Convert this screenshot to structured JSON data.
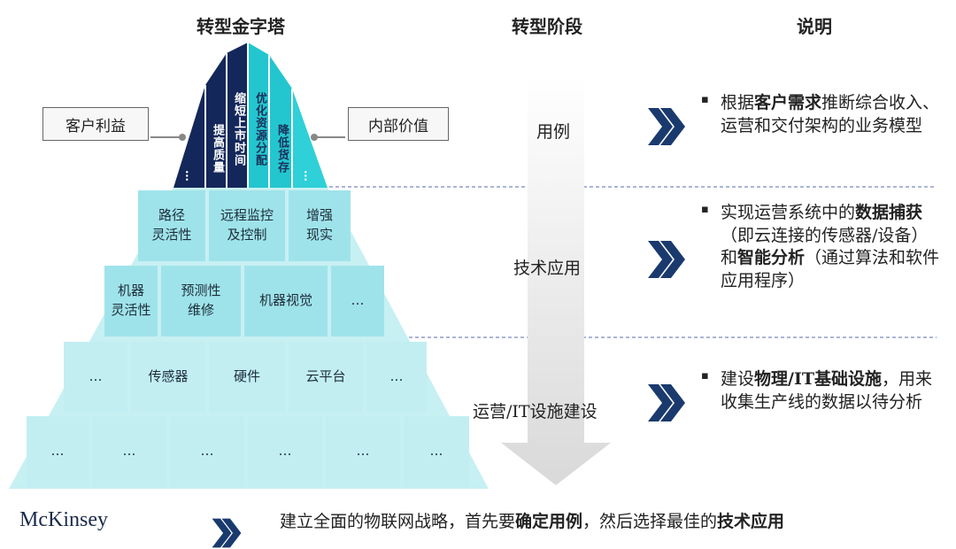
{
  "headers": {
    "pyramid": "转型金字塔",
    "stages": "转型阶段",
    "explain": "说明"
  },
  "side_labels": {
    "left": "客户利益",
    "right": "内部价值"
  },
  "apex": {
    "left_dots": "…",
    "improve_quality": "提高质量",
    "shorten_ttm": "缩短上市时间",
    "optimize_alloc": "优化资源分配",
    "reduce_inventory": "降低货存",
    "right_dots": "…"
  },
  "tier2": {
    "c1": "路径\n灵活性",
    "c2": "远程监控\n及控制",
    "c3": "增强\n现实"
  },
  "tier3": {
    "c1": "机器\n灵活性",
    "c2": "预测性\n维修",
    "c3": "机器视觉",
    "c4": "…"
  },
  "tier4": {
    "c1": "…",
    "c2": "传感器",
    "c3": "硬件",
    "c4": "云平台",
    "c5": "…"
  },
  "tier5": {
    "c1": "…",
    "c2": "…",
    "c3": "…",
    "c4": "…",
    "c5": "…",
    "c6": "…"
  },
  "stages": {
    "s1": "用例",
    "s2": "技术应用",
    "s3": "运营/IT设施建设"
  },
  "descriptions": {
    "d1": {
      "p1": "根据",
      "b1": "客户需求",
      "p2": "推断综合收入、运营和交付架构的业务模型"
    },
    "d2": {
      "p1": "实现运营系统中的",
      "b1": "数据捕获",
      "p2": "（即云连接的传感器/设备）和",
      "b2": "智能分析",
      "p3": "（通过算法和软件应用程序）"
    },
    "d3": {
      "p1": "建设",
      "b1": "物理/IT基础设施",
      "p2": "，用来收集生产线的数据以待分析"
    }
  },
  "bullet_glyph": "▪",
  "logo": "McKinsey",
  "bottom": {
    "p1": "建立全面的物联网战略，首先要",
    "b1": "确定用例",
    "p2": "，然后选择最佳的",
    "b2": "技术应用"
  },
  "colors": {
    "navy": "#14275a",
    "teal": "#23c6cf",
    "cyan_light": "#9fe3ea",
    "chevron": "#1a3a6e"
  }
}
